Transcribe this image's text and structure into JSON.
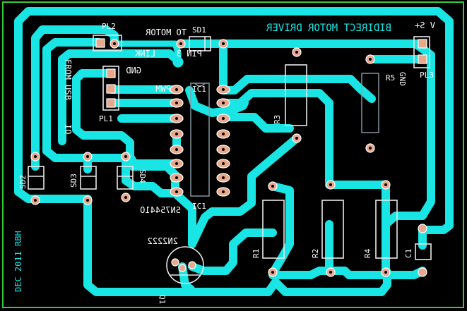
{
  "board": {
    "title": "BIDIRECT MOTOR DRIVER",
    "outline_color": "#33cc33",
    "trace_color": "#19e5e5",
    "pad_color": "#e8a88c",
    "background": "#000000"
  },
  "labels": {
    "pl2": "PL2",
    "to_motor": "TO MOTOR",
    "link": "LINK",
    "pin3": "PIN 3",
    "sd1": "SD1",
    "vplus": "V S+",
    "pl3": "PL3",
    "gnd_right": "GND",
    "r5": "R5",
    "gnd_left": "GND",
    "pwm": "PWM",
    "from_usb": "FROM USB",
    "io": "IO",
    "pl1": "PL1",
    "r3": "R3",
    "ic1": "IC1",
    "sd2": "SD2",
    "sd3": "SD3",
    "sd4": "SD4",
    "ic_part": "SN75441O",
    "q_part": "2N2222",
    "q1": "Q1",
    "r1": "R1",
    "r2": "R2",
    "r4": "R4",
    "c1": "C1",
    "date_credit": "DEC 2011 RBH"
  }
}
